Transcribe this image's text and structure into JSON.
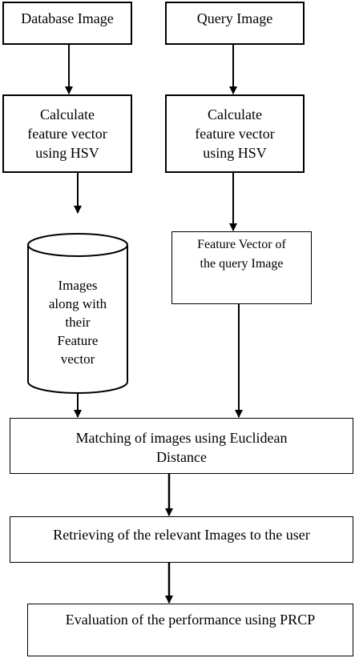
{
  "nodes": {
    "database_image": "Database Image",
    "query_image": "Query Image",
    "calc_left": [
      "Calculate",
      "feature vector",
      "using HSV"
    ],
    "calc_right": [
      "Calculate",
      "feature vector",
      "using HSV"
    ],
    "database_store": [
      "Images",
      "along with",
      "their",
      "Feature",
      "vector"
    ],
    "query_feature_vector": [
      "Feature Vector of",
      "the query Image"
    ],
    "matching": [
      "Matching of images using Euclidean",
      "Distance"
    ],
    "retrieving": "Retrieving of the relevant Images to the user",
    "evaluation": "Evaluation of the performance using PRCP"
  },
  "colors": {
    "stroke": "#000000",
    "fill": "#ffffff",
    "text": "#000000"
  }
}
